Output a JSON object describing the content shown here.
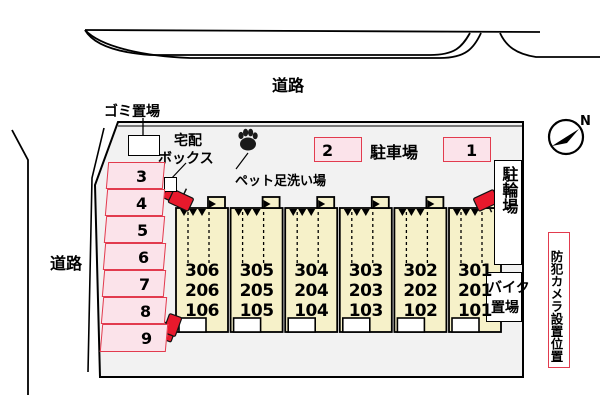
{
  "diagram": {
    "title": "apartment-site-plan",
    "colors": {
      "parking_fill": "#fbe3ea",
      "parking_border": "#e23b4e",
      "unit_fill": "#f6f1c9",
      "unit_border": "#000000",
      "site_fill": "#f2f2f2",
      "camera_red": "#e8192c",
      "outline": "#000000"
    }
  },
  "roads": {
    "top_label": "道路",
    "left_label": "道路"
  },
  "callouts": {
    "garbage": "ゴミ置場",
    "delivery_box_line1": "宅配",
    "delivery_box_line2": "ボックス",
    "pet_wash": "ペット足洗い場"
  },
  "parking": {
    "label": "駐車場",
    "top_spaces": [
      "2",
      "1"
    ],
    "left_spaces": [
      "3",
      "4",
      "5",
      "6",
      "7",
      "8",
      "9"
    ]
  },
  "facilities": {
    "bicycle_parking": "駐輪場",
    "motorcycle_parking_line1": "バイク",
    "motorcycle_parking_line2": "置場"
  },
  "legend": {
    "security_camera": "防犯カメラ設置位置"
  },
  "compass": {
    "north_label": "N"
  },
  "building": {
    "units": [
      {
        "floor3": "306",
        "floor2": "206",
        "floor1": "106"
      },
      {
        "floor3": "305",
        "floor2": "205",
        "floor1": "105"
      },
      {
        "floor3": "304",
        "floor2": "204",
        "floor1": "104"
      },
      {
        "floor3": "303",
        "floor2": "203",
        "floor1": "103"
      },
      {
        "floor3": "302",
        "floor2": "202",
        "floor1": "102"
      },
      {
        "floor3": "301",
        "floor2": "201",
        "floor1": "101"
      }
    ]
  }
}
